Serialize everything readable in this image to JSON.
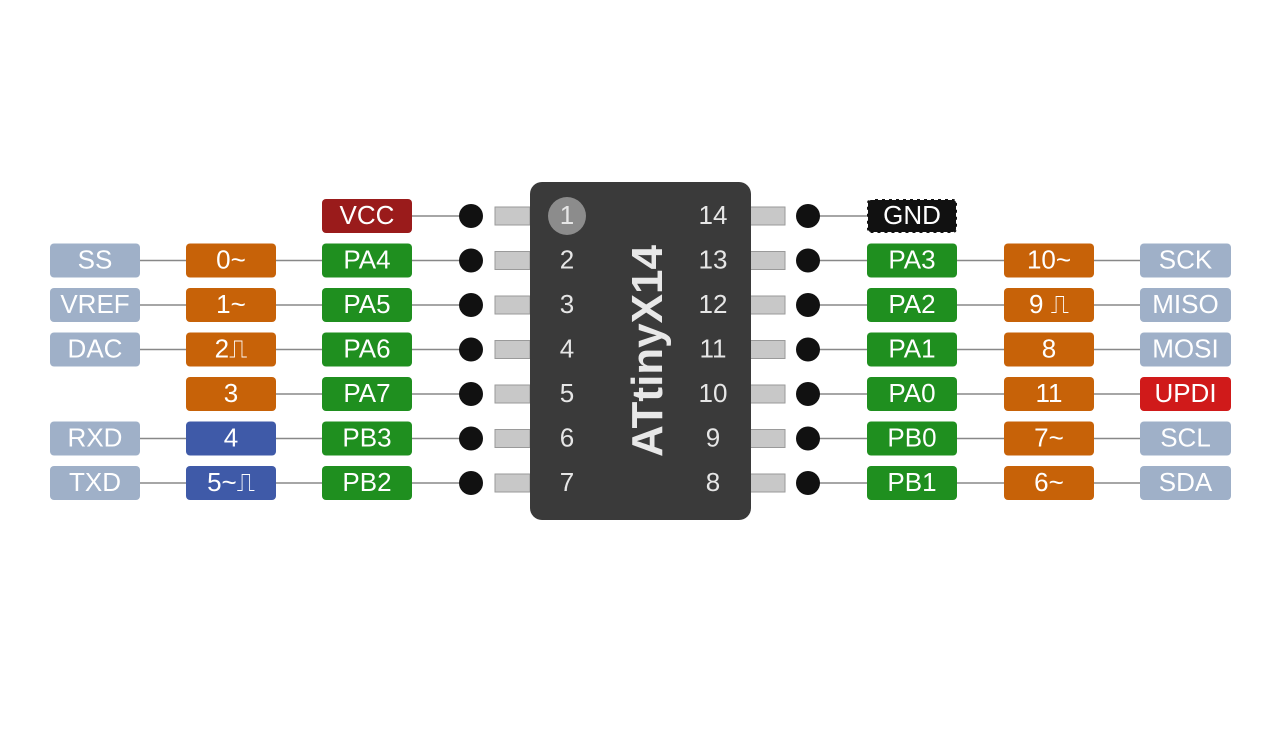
{
  "chip": {
    "name": "ATtinyX14"
  },
  "colors": {
    "power": "#9a1b1b",
    "ground": "#111111",
    "port": "#1f8f1f",
    "digital": "#c76208",
    "digital_serial": "#3f5aa8",
    "function": "#9fb0c8",
    "updi": "#d01a1a",
    "chip_body": "#3a3a3a",
    "pin_lead": "#c8c8c8",
    "pin1_marker": "#8c8c8c",
    "wire": "#888888",
    "dot": "#111111"
  },
  "left_pins": [
    {
      "number": "1",
      "port": "VCC",
      "port_kind": "power",
      "digital": "",
      "digital_kind": "",
      "function": "",
      "function_kind": ""
    },
    {
      "number": "2",
      "port": "PA4",
      "port_kind": "port",
      "digital": "0~",
      "digital_kind": "digital",
      "function": "SS",
      "function_kind": "function"
    },
    {
      "number": "3",
      "port": "PA5",
      "port_kind": "port",
      "digital": "1~",
      "digital_kind": "digital",
      "function": "VREF",
      "function_kind": "function"
    },
    {
      "number": "4",
      "port": "PA6",
      "port_kind": "port",
      "digital": "2⎍",
      "digital_kind": "digital",
      "function": "DAC",
      "function_kind": "function"
    },
    {
      "number": "5",
      "port": "PA7",
      "port_kind": "port",
      "digital": "3",
      "digital_kind": "digital",
      "function": "",
      "function_kind": ""
    },
    {
      "number": "6",
      "port": "PB3",
      "port_kind": "port",
      "digital": "4",
      "digital_kind": "digital_serial",
      "function": "RXD",
      "function_kind": "function"
    },
    {
      "number": "7",
      "port": "PB2",
      "port_kind": "port",
      "digital": "5~⎍",
      "digital_kind": "digital_serial",
      "function": "TXD",
      "function_kind": "function"
    }
  ],
  "right_pins": [
    {
      "number": "14",
      "port": "GND",
      "port_kind": "ground",
      "digital": "",
      "digital_kind": "",
      "function": "",
      "function_kind": ""
    },
    {
      "number": "13",
      "port": "PA3",
      "port_kind": "port",
      "digital": "10~",
      "digital_kind": "digital",
      "function": "SCK",
      "function_kind": "function"
    },
    {
      "number": "12",
      "port": "PA2",
      "port_kind": "port",
      "digital": "9 ⎍",
      "digital_kind": "digital",
      "function": "MISO",
      "function_kind": "function"
    },
    {
      "number": "11",
      "port": "PA1",
      "port_kind": "port",
      "digital": "8",
      "digital_kind": "digital",
      "function": "MOSI",
      "function_kind": "function"
    },
    {
      "number": "10",
      "port": "PA0",
      "port_kind": "port",
      "digital": "11",
      "digital_kind": "digital",
      "function": "UPDI",
      "function_kind": "updi"
    },
    {
      "number": "9",
      "port": "PB0",
      "port_kind": "port",
      "digital": "7~",
      "digital_kind": "digital",
      "function": "SCL",
      "function_kind": "function"
    },
    {
      "number": "8",
      "port": "PB1",
      "port_kind": "port",
      "digital": "6~",
      "digital_kind": "digital",
      "function": "SDA",
      "function_kind": "function"
    }
  ]
}
